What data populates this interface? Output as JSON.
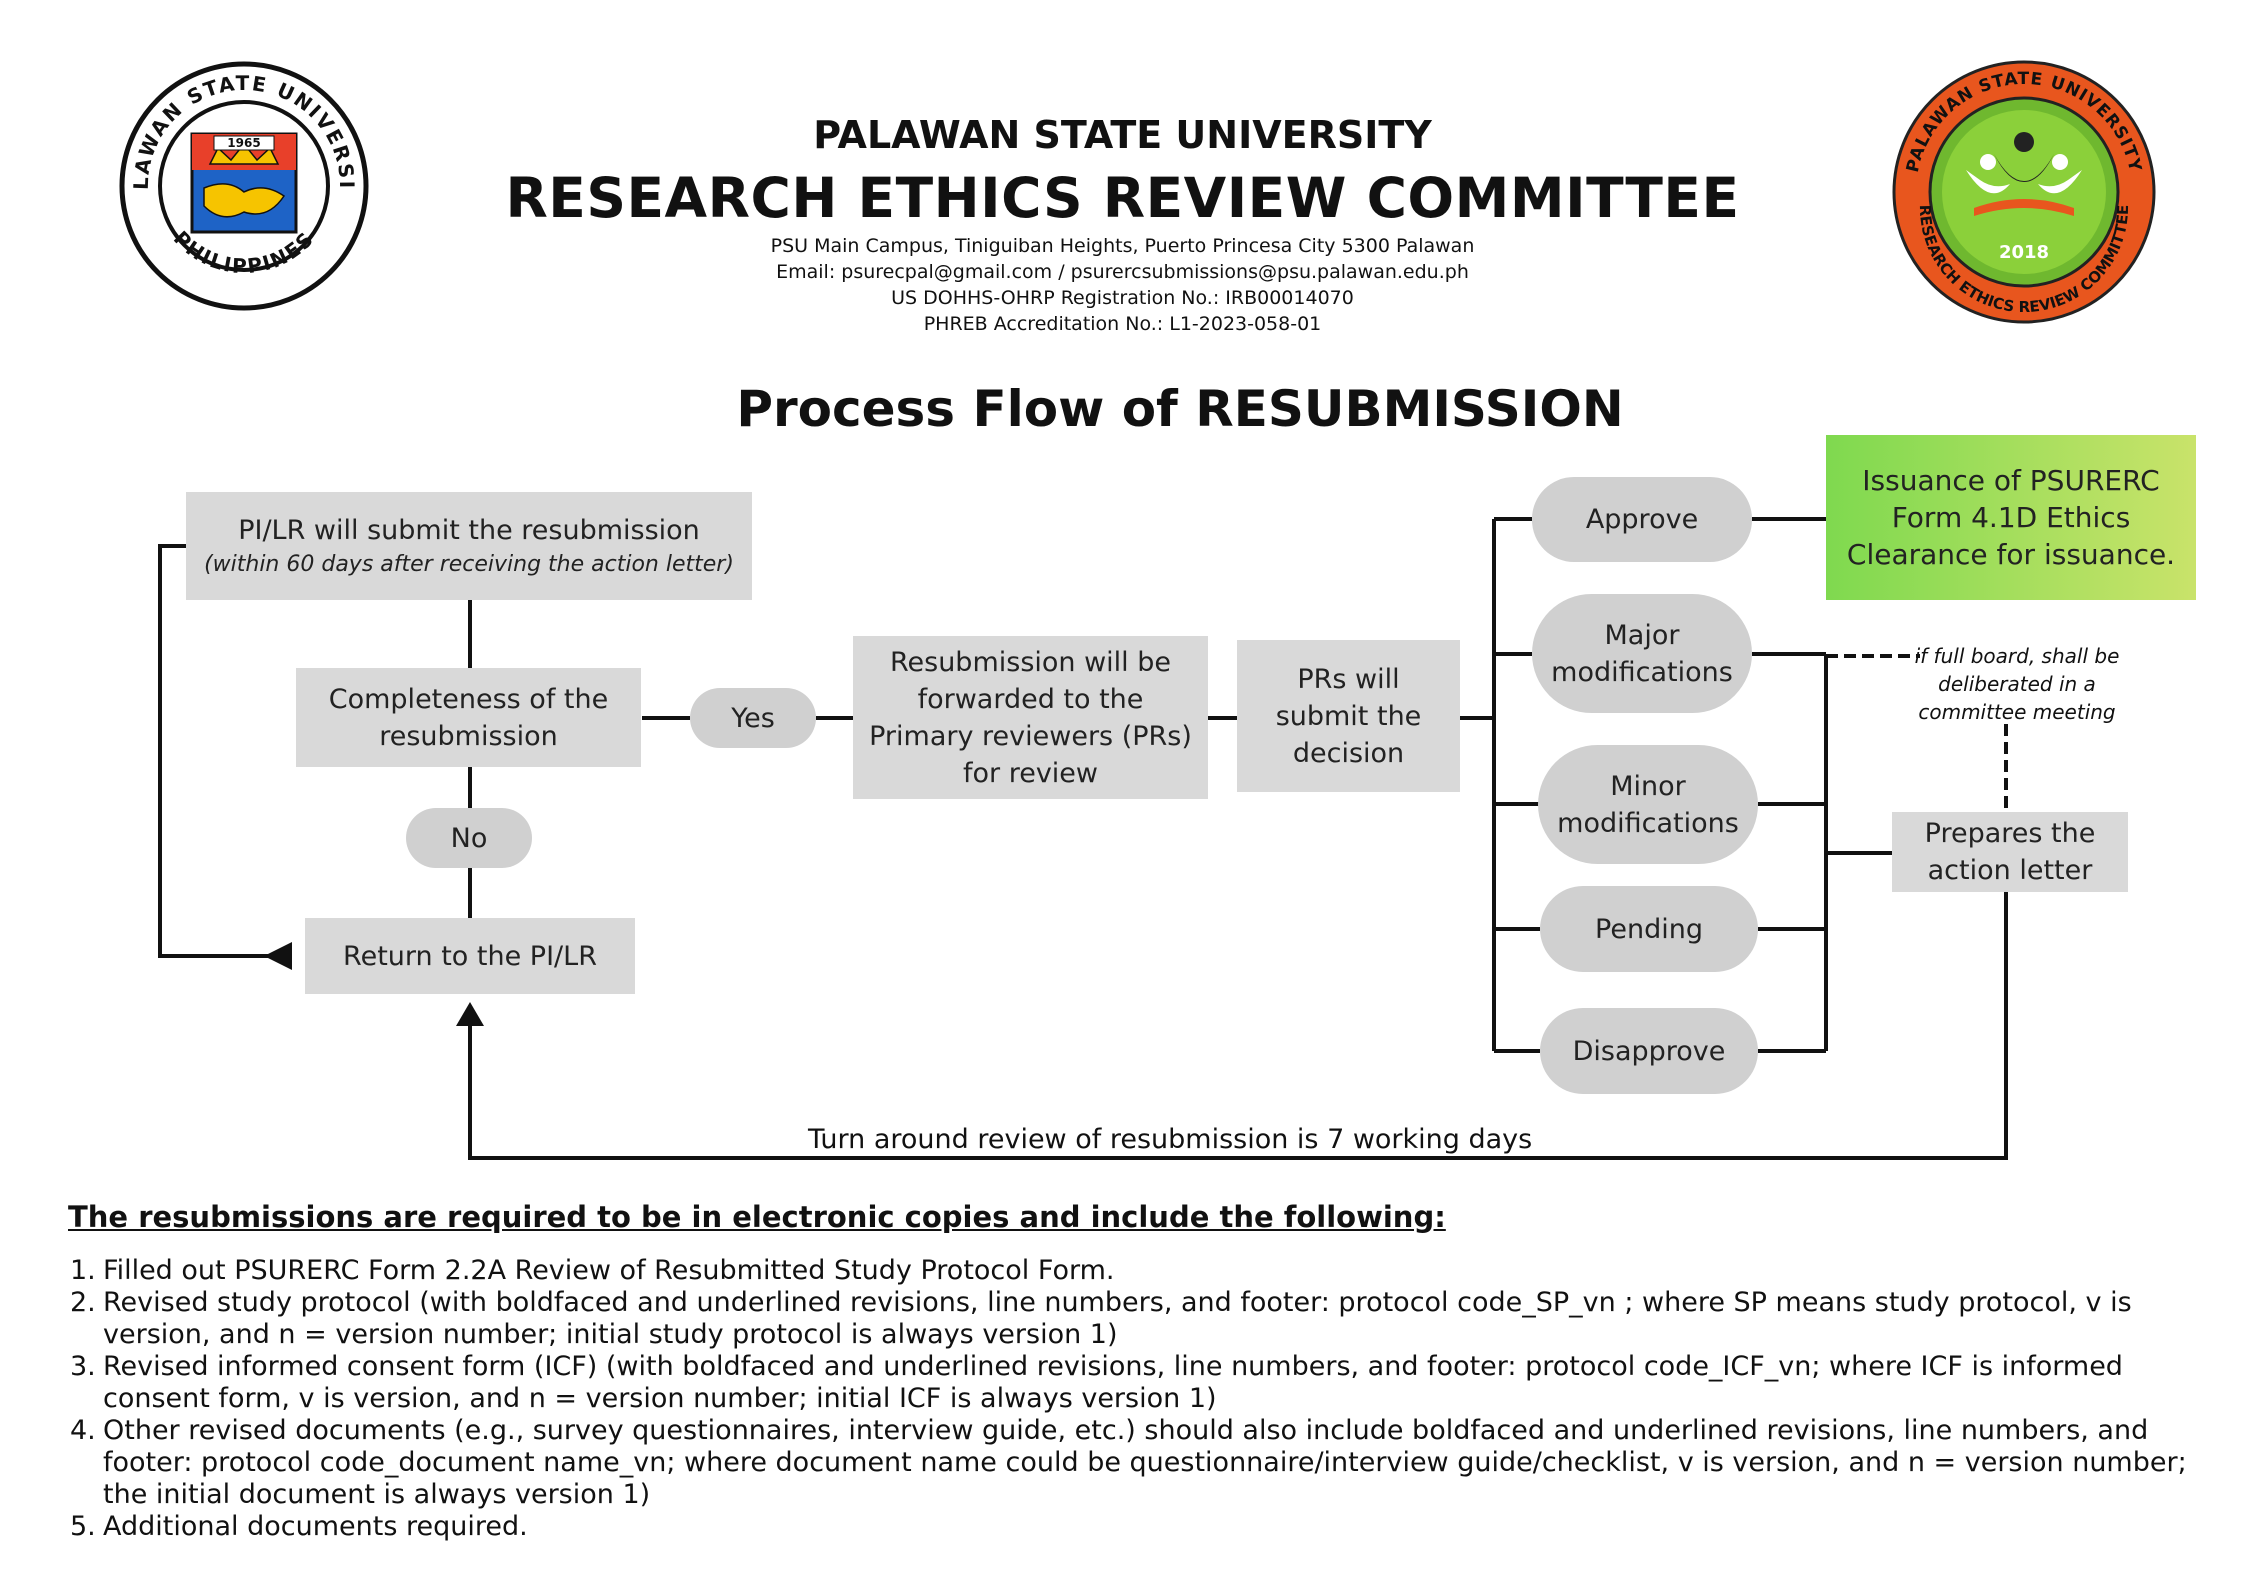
{
  "header": {
    "university": "PALAWAN STATE UNIVERSITY",
    "committee": "RESEARCH ETHICS REVIEW COMMITTEE",
    "address": "PSU Main Campus, Tiniguiban Heights, Puerto Princesa City 5300 Palawan",
    "email": "Email: psurecpal@gmail.com / psurercsubmissions@psu.palawan.edu.ph",
    "registration": "US DOHHS-OHRP Registration No.: IRB00014070",
    "accreditation": "PHREB Accreditation No.: L1-2023-058-01"
  },
  "logos": {
    "left": {
      "ring_text_top": "PALAWAN STATE UNIVERSITY",
      "ring_text_bottom": "PHILIPPINES",
      "year": "1965"
    },
    "right": {
      "ring_text_top": "PALAWAN STATE UNIVERSITY",
      "ring_text_bottom": "RESEARCH ETHICS REVIEW COMMITTEE",
      "year": "2018"
    }
  },
  "title": "Process Flow  of RESUBMISSION",
  "flow": {
    "submit_main": "PI/LR will submit the resubmission",
    "submit_sub": "(within 60 days after receiving the action letter)",
    "completeness": "Completeness of the resubmission",
    "yes": "Yes",
    "no": "No",
    "return": "Return to the PI/LR",
    "forwarded": "Resubmission will be forwarded to the Primary reviewers (PRs) for review",
    "prs_submit": "PRs will submit the decision",
    "approve": "Approve",
    "major": "Major modifications",
    "minor": "Minor modifications",
    "pending": "Pending",
    "disapprove": "Disapprove",
    "issuance": "Issuance of PSURERC Form 4.1D Ethics Clearance for issuance.",
    "full_board_note": "if full board, shall be deliberated in a committee meeting",
    "prepares": "Prepares the action letter",
    "turnaround": "Turn around review of resubmission is 7 working days"
  },
  "requirements": {
    "heading": "The resubmissions are required to be in electronic copies and include the following:",
    "items": [
      {
        "num": "1.",
        "text": "Filled out PSURERC Form 2.2A Review of Resubmitted Study Protocol Form."
      },
      {
        "num": "2.",
        "text": "Revised study protocol (with boldfaced and underlined revisions, line numbers, and footer: protocol code_SP_vn ; where SP means study protocol, v is version, and n = version number; initial study protocol is always version 1)"
      },
      {
        "num": "3.",
        "text": "Revised informed consent form (ICF) (with boldfaced and underlined revisions, line numbers, and footer: protocol code_ICF_vn; where ICF is informed consent form, v is version, and n = version number; initial ICF is always version 1)"
      },
      {
        "num": "4.",
        "text": "Other revised documents (e.g., survey questionnaires, interview guide, etc.) should also include boldfaced and underlined revisions, line numbers, and footer: protocol code_document name_vn; where document name could be questionnaire/interview guide/checklist, v is version, and n = version number; the initial document is always version 1)"
      },
      {
        "num": "5.",
        "text": "Additional documents required."
      }
    ]
  },
  "colors": {
    "box": "#d9d9d9",
    "pill": "#d0d0d0",
    "green_start": "#7fd94f",
    "green_end": "#c9e36a",
    "orange": "#e8561e"
  }
}
